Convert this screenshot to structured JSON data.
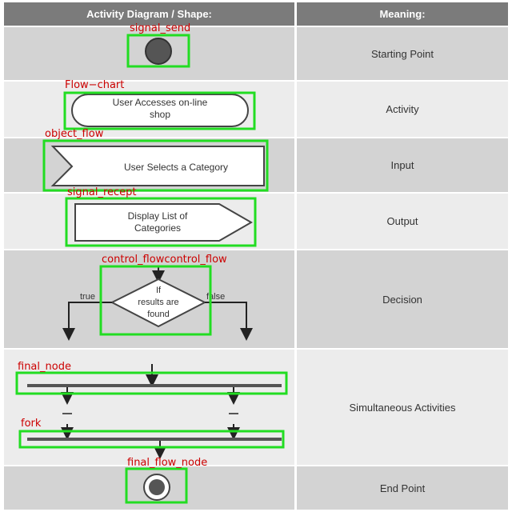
{
  "header": {
    "left": "Activity Diagram / Shape:",
    "right": "Meaning:"
  },
  "rows": [
    {
      "meaning": "Starting Point"
    },
    {
      "meaning": "Activity",
      "shape_text_1": "User Accesses on-line",
      "shape_text_2": "shop"
    },
    {
      "meaning": "Input",
      "shape_text": "User Selects a Category"
    },
    {
      "meaning": "Output",
      "shape_text_1": "Display List of",
      "shape_text_2": "Categories"
    },
    {
      "meaning": "Decision",
      "shape_text_1": "If",
      "shape_text_2": "results are",
      "shape_text_3": "found",
      "branch_true": "true",
      "branch_false": "false"
    },
    {
      "meaning": "Simultaneous Activities"
    },
    {
      "meaning": "End Point"
    }
  ],
  "annotations": {
    "signal_send": "signal_send",
    "flow_chart": "Flow−chart",
    "object_flow": "object_flow",
    "signal_recept": "signal_recept",
    "control_flow": "control_flowcontrol_flow",
    "final_node": "final_node",
    "fork": "fork",
    "final_flow_node": "final_flow_node"
  },
  "colors": {
    "annotation_box": "#22dd22",
    "annotation_label": "#cc0000",
    "header_bg": "#7b7b7b"
  }
}
